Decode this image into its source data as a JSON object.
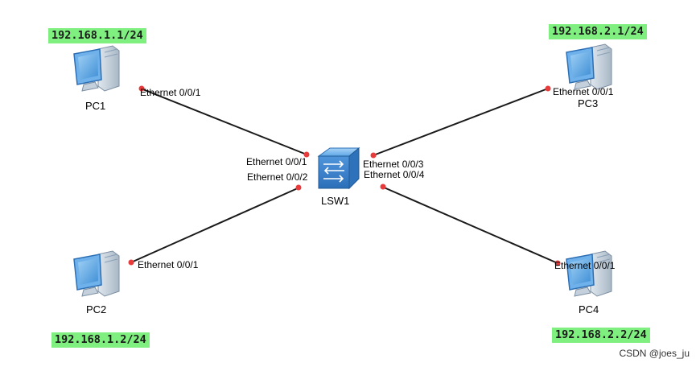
{
  "colors": {
    "ip_highlight": "#7ff07f",
    "link": "#1a1a1a",
    "port_dot": "#e83c3c",
    "pc_body": "#5aa6e6",
    "switch_body": "#3d86d8"
  },
  "devices": {
    "pc1": {
      "name": "PC1",
      "ip": "192.168.1.1/24",
      "port": "Ethernet 0/0/1",
      "icon": "pc-icon"
    },
    "pc2": {
      "name": "PC2",
      "ip": "192.168.1.2/24",
      "port": "Ethernet 0/0/1",
      "icon": "pc-icon"
    },
    "pc3": {
      "name": "PC3",
      "ip": "192.168.2.1/24",
      "port": "Ethernet 0/0/1",
      "icon": "pc-icon"
    },
    "pc4": {
      "name": "PC4",
      "ip": "192.168.2.2/24",
      "port": "Ethernet 0/0/1",
      "icon": "pc-icon"
    },
    "lsw1": {
      "name": "LSW1",
      "icon": "switch-icon",
      "ports": [
        "Ethernet 0/0/1",
        "Ethernet 0/0/2",
        "Ethernet 0/0/3",
        "Ethernet 0/0/4"
      ]
    }
  },
  "links": [
    {
      "from": "pc1",
      "to": "lsw1"
    },
    {
      "from": "pc2",
      "to": "lsw1"
    },
    {
      "from": "pc3",
      "to": "lsw1"
    },
    {
      "from": "pc4",
      "to": "lsw1"
    }
  ],
  "watermark": "CSDN @joes_ju"
}
